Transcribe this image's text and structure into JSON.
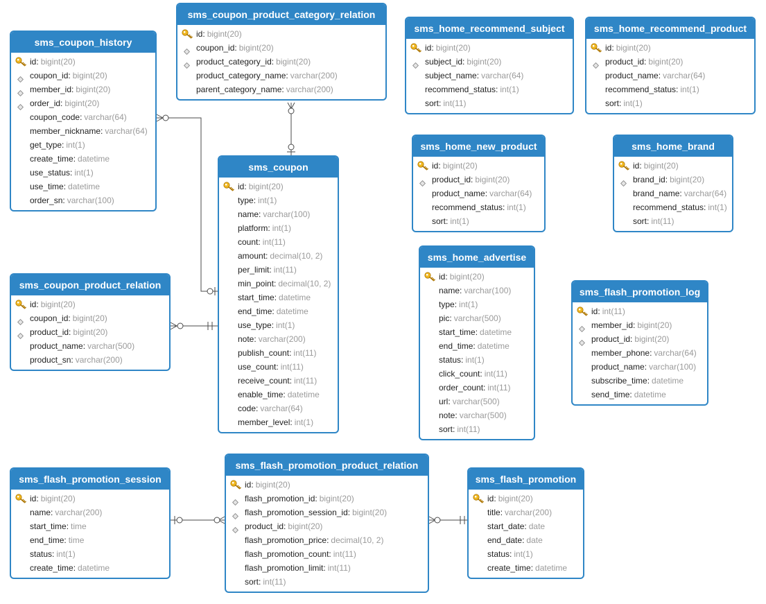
{
  "tables": [
    {
      "name": "sms_coupon_history",
      "columns": [
        {
          "name": "id",
          "type": "bigint(20)",
          "key": "pk"
        },
        {
          "name": "coupon_id",
          "type": "bigint(20)",
          "key": "fk"
        },
        {
          "name": "member_id",
          "type": "bigint(20)",
          "key": "fk"
        },
        {
          "name": "order_id",
          "type": "bigint(20)",
          "key": "fk"
        },
        {
          "name": "coupon_code",
          "type": "varchar(64)",
          "key": ""
        },
        {
          "name": "member_nickname",
          "type": "varchar(64)",
          "key": ""
        },
        {
          "name": "get_type",
          "type": "int(1)",
          "key": ""
        },
        {
          "name": "create_time",
          "type": "datetime",
          "key": ""
        },
        {
          "name": "use_status",
          "type": "int(1)",
          "key": ""
        },
        {
          "name": "use_time",
          "type": "datetime",
          "key": ""
        },
        {
          "name": "order_sn",
          "type": "varchar(100)",
          "key": ""
        }
      ]
    },
    {
      "name": "sms_coupon_product_category_relation",
      "columns": [
        {
          "name": "id",
          "type": "bigint(20)",
          "key": "pk"
        },
        {
          "name": "coupon_id",
          "type": "bigint(20)",
          "key": "fk"
        },
        {
          "name": "product_category_id",
          "type": "bigint(20)",
          "key": "fk"
        },
        {
          "name": "product_category_name",
          "type": "varchar(200)",
          "key": ""
        },
        {
          "name": "parent_category_name",
          "type": "varchar(200)",
          "key": ""
        }
      ]
    },
    {
      "name": "sms_home_recommend_subject",
      "columns": [
        {
          "name": "id",
          "type": "bigint(20)",
          "key": "pk"
        },
        {
          "name": "subject_id",
          "type": "bigint(20)",
          "key": "fk"
        },
        {
          "name": "subject_name",
          "type": "varchar(64)",
          "key": ""
        },
        {
          "name": "recommend_status",
          "type": "int(1)",
          "key": ""
        },
        {
          "name": "sort",
          "type": "int(11)",
          "key": ""
        }
      ]
    },
    {
      "name": "sms_home_recommend_product",
      "columns": [
        {
          "name": "id",
          "type": "bigint(20)",
          "key": "pk"
        },
        {
          "name": "product_id",
          "type": "bigint(20)",
          "key": "fk"
        },
        {
          "name": "product_name",
          "type": "varchar(64)",
          "key": ""
        },
        {
          "name": "recommend_status",
          "type": "int(1)",
          "key": ""
        },
        {
          "name": "sort",
          "type": "int(1)",
          "key": ""
        }
      ]
    },
    {
      "name": "sms_coupon",
      "columns": [
        {
          "name": "id",
          "type": "bigint(20)",
          "key": "pk"
        },
        {
          "name": "type",
          "type": "int(1)",
          "key": ""
        },
        {
          "name": "name",
          "type": "varchar(100)",
          "key": ""
        },
        {
          "name": "platform",
          "type": "int(1)",
          "key": ""
        },
        {
          "name": "count",
          "type": "int(11)",
          "key": ""
        },
        {
          "name": "amount",
          "type": "decimal(10, 2)",
          "key": ""
        },
        {
          "name": "per_limit",
          "type": "int(11)",
          "key": ""
        },
        {
          "name": "min_point",
          "type": "decimal(10, 2)",
          "key": ""
        },
        {
          "name": "start_time",
          "type": "datetime",
          "key": ""
        },
        {
          "name": "end_time",
          "type": "datetime",
          "key": ""
        },
        {
          "name": "use_type",
          "type": "int(1)",
          "key": ""
        },
        {
          "name": "note",
          "type": "varchar(200)",
          "key": ""
        },
        {
          "name": "publish_count",
          "type": "int(11)",
          "key": ""
        },
        {
          "name": "use_count",
          "type": "int(11)",
          "key": ""
        },
        {
          "name": "receive_count",
          "type": "int(11)",
          "key": ""
        },
        {
          "name": "enable_time",
          "type": "datetime",
          "key": ""
        },
        {
          "name": "code",
          "type": "varchar(64)",
          "key": ""
        },
        {
          "name": "member_level",
          "type": "int(1)",
          "key": ""
        }
      ]
    },
    {
      "name": "sms_home_new_product",
      "columns": [
        {
          "name": "id",
          "type": "bigint(20)",
          "key": "pk"
        },
        {
          "name": "product_id",
          "type": "bigint(20)",
          "key": "fk"
        },
        {
          "name": "product_name",
          "type": "varchar(64)",
          "key": ""
        },
        {
          "name": "recommend_status",
          "type": "int(1)",
          "key": ""
        },
        {
          "name": "sort",
          "type": "int(1)",
          "key": ""
        }
      ]
    },
    {
      "name": "sms_home_brand",
      "columns": [
        {
          "name": "id",
          "type": "bigint(20)",
          "key": "pk"
        },
        {
          "name": "brand_id",
          "type": "bigint(20)",
          "key": "fk"
        },
        {
          "name": "brand_name",
          "type": "varchar(64)",
          "key": ""
        },
        {
          "name": "recommend_status",
          "type": "int(1)",
          "key": ""
        },
        {
          "name": "sort",
          "type": "int(11)",
          "key": ""
        }
      ]
    },
    {
      "name": "sms_home_advertise",
      "columns": [
        {
          "name": "id",
          "type": "bigint(20)",
          "key": "pk"
        },
        {
          "name": "name",
          "type": "varchar(100)",
          "key": ""
        },
        {
          "name": "type",
          "type": "int(1)",
          "key": ""
        },
        {
          "name": "pic",
          "type": "varchar(500)",
          "key": ""
        },
        {
          "name": "start_time",
          "type": "datetime",
          "key": ""
        },
        {
          "name": "end_time",
          "type": "datetime",
          "key": ""
        },
        {
          "name": "status",
          "type": "int(1)",
          "key": ""
        },
        {
          "name": "click_count",
          "type": "int(11)",
          "key": ""
        },
        {
          "name": "order_count",
          "type": "int(11)",
          "key": ""
        },
        {
          "name": "url",
          "type": "varchar(500)",
          "key": ""
        },
        {
          "name": "note",
          "type": "varchar(500)",
          "key": ""
        },
        {
          "name": "sort",
          "type": "int(11)",
          "key": ""
        }
      ]
    },
    {
      "name": "sms_coupon_product_relation",
      "columns": [
        {
          "name": "id",
          "type": "bigint(20)",
          "key": "pk"
        },
        {
          "name": "coupon_id",
          "type": "bigint(20)",
          "key": "fk"
        },
        {
          "name": "product_id",
          "type": "bigint(20)",
          "key": "fk"
        },
        {
          "name": "product_name",
          "type": "varchar(500)",
          "key": ""
        },
        {
          "name": "product_sn",
          "type": "varchar(200)",
          "key": ""
        }
      ]
    },
    {
      "name": "sms_flash_promotion_log",
      "columns": [
        {
          "name": "id",
          "type": "int(11)",
          "key": "pk"
        },
        {
          "name": "member_id",
          "type": "bigint(20)",
          "key": "fk"
        },
        {
          "name": "product_id",
          "type": "bigint(20)",
          "key": "fk"
        },
        {
          "name": "member_phone",
          "type": "varchar(64)",
          "key": ""
        },
        {
          "name": "product_name",
          "type": "varchar(100)",
          "key": ""
        },
        {
          "name": "subscribe_time",
          "type": "datetime",
          "key": ""
        },
        {
          "name": "send_time",
          "type": "datetime",
          "key": ""
        }
      ]
    },
    {
      "name": "sms_flash_promotion_session",
      "columns": [
        {
          "name": "id",
          "type": "bigint(20)",
          "key": "pk"
        },
        {
          "name": "name",
          "type": "varchar(200)",
          "key": ""
        },
        {
          "name": "start_time",
          "type": "time",
          "key": ""
        },
        {
          "name": "end_time",
          "type": "time",
          "key": ""
        },
        {
          "name": "status",
          "type": "int(1)",
          "key": ""
        },
        {
          "name": "create_time",
          "type": "datetime",
          "key": ""
        }
      ]
    },
    {
      "name": "sms_flash_promotion_product_relation",
      "columns": [
        {
          "name": "id",
          "type": "bigint(20)",
          "key": "pk"
        },
        {
          "name": "flash_promotion_id",
          "type": "bigint(20)",
          "key": "fk"
        },
        {
          "name": "flash_promotion_session_id",
          "type": "bigint(20)",
          "key": "fk"
        },
        {
          "name": "product_id",
          "type": "bigint(20)",
          "key": "fk"
        },
        {
          "name": "flash_promotion_price",
          "type": "decimal(10, 2)",
          "key": ""
        },
        {
          "name": "flash_promotion_count",
          "type": "int(11)",
          "key": ""
        },
        {
          "name": "flash_promotion_limit",
          "type": "int(11)",
          "key": ""
        },
        {
          "name": "sort",
          "type": "int(11)",
          "key": ""
        }
      ]
    },
    {
      "name": "sms_flash_promotion",
      "columns": [
        {
          "name": "id",
          "type": "bigint(20)",
          "key": "pk"
        },
        {
          "name": "title",
          "type": "varchar(200)",
          "key": ""
        },
        {
          "name": "start_date",
          "type": "date",
          "key": ""
        },
        {
          "name": "end_date",
          "type": "date",
          "key": ""
        },
        {
          "name": "status",
          "type": "int(1)",
          "key": ""
        },
        {
          "name": "create_time",
          "type": "datetime",
          "key": ""
        }
      ]
    }
  ],
  "relations": [
    {
      "from": "sms_coupon_history",
      "to": "sms_coupon",
      "cardinality": "many-to-one"
    },
    {
      "from": "sms_coupon_product_category_relation",
      "to": "sms_coupon",
      "cardinality": "many-to-one"
    },
    {
      "from": "sms_coupon_product_relation",
      "to": "sms_coupon",
      "cardinality": "many-to-one"
    },
    {
      "from": "sms_flash_promotion_product_relation",
      "to": "sms_flash_promotion_session",
      "cardinality": "many-to-one"
    },
    {
      "from": "sms_flash_promotion_product_relation",
      "to": "sms_flash_promotion",
      "cardinality": "many-to-one"
    }
  ],
  "colors": {
    "header": "#2f86c6",
    "border": "#2f86c6",
    "line": "#4a4a4a",
    "type_text": "#9a9a9a",
    "key_icon": "#f0b71f"
  }
}
